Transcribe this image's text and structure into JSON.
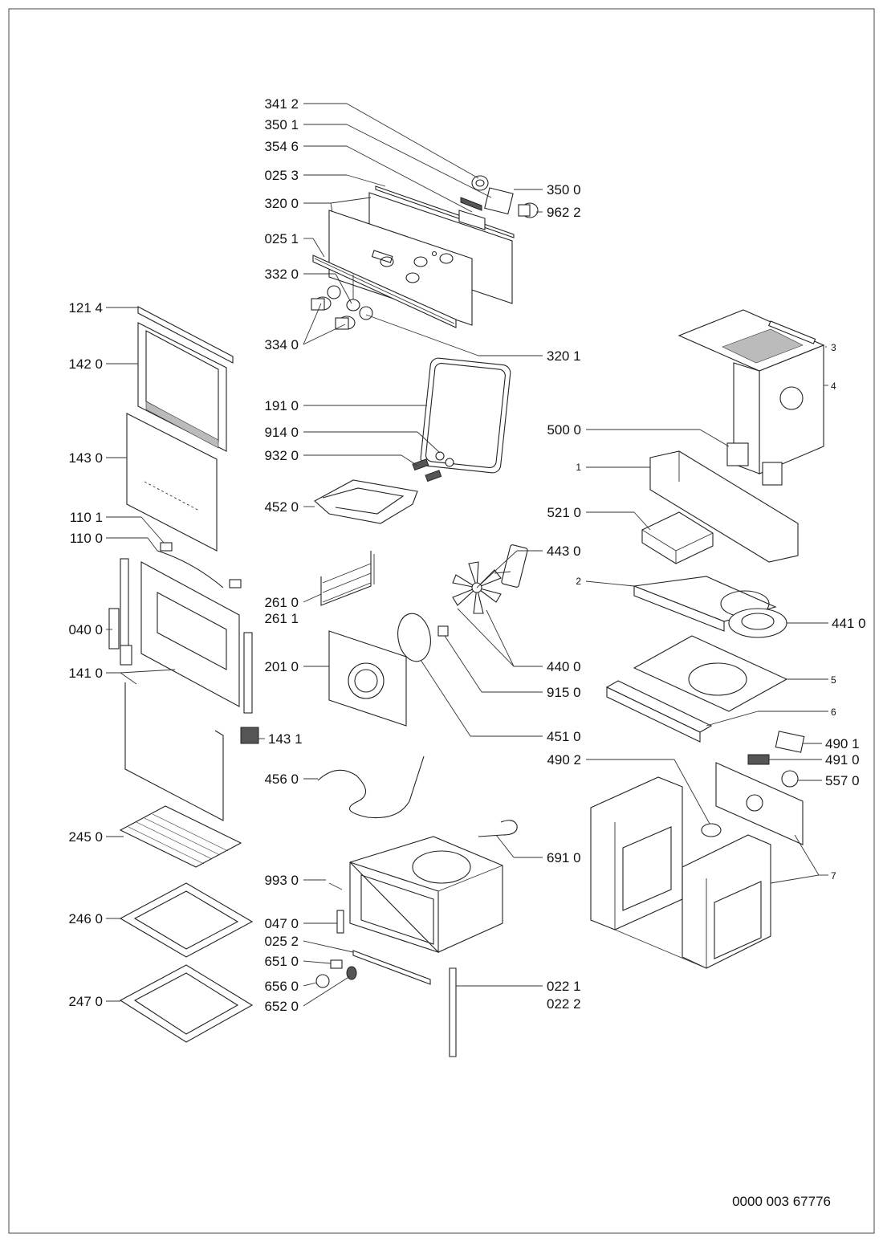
{
  "drawing_code": "0000 003 67776",
  "parts": {
    "p3412": "341 2",
    "p3501": "350 1",
    "p3546": "354 6",
    "p0253": "025 3",
    "p3200": "320 0",
    "p0251": "025 1",
    "p3320": "332 0",
    "p3340": "334 0",
    "p3500": "350 0",
    "p9622": "962 2",
    "p3201": "320 1",
    "p1214": "121 4",
    "p1420": "142 0",
    "p1430": "143 0",
    "p1101": "110 1",
    "p1100": "110 0",
    "p0400": "040 0",
    "p1410": "141 0",
    "p1431": "143 1",
    "p2450": "245 0",
    "p2460": "246 0",
    "p2470": "247 0",
    "p1910": "191 0",
    "p9140": "914 0",
    "p9320": "932 0",
    "p4520": "452 0",
    "p2610": "261 0",
    "p2611": "261 1",
    "p2010": "201 0",
    "p4560": "456 0",
    "p9930": "993 0",
    "p0470": "047 0",
    "p0252": "025 2",
    "p6510": "651 0",
    "p6560": "656 0",
    "p6520": "652 0",
    "p5000": "500 0",
    "p5210": "521 0",
    "p4430": "443 0",
    "p4410": "441 0",
    "p4400": "440 0",
    "p9150": "915 0",
    "p4510": "451 0",
    "p4901": "490 1",
    "p4902": "490 2",
    "p4910": "491 0",
    "p5570": "557 0",
    "p6910": "691 0",
    "p0221": "022 1",
    "p0222": "022 2",
    "n1": "1",
    "n2": "2",
    "n3": "3",
    "n4": "4",
    "n5": "5",
    "n6": "6",
    "n7": "7"
  }
}
